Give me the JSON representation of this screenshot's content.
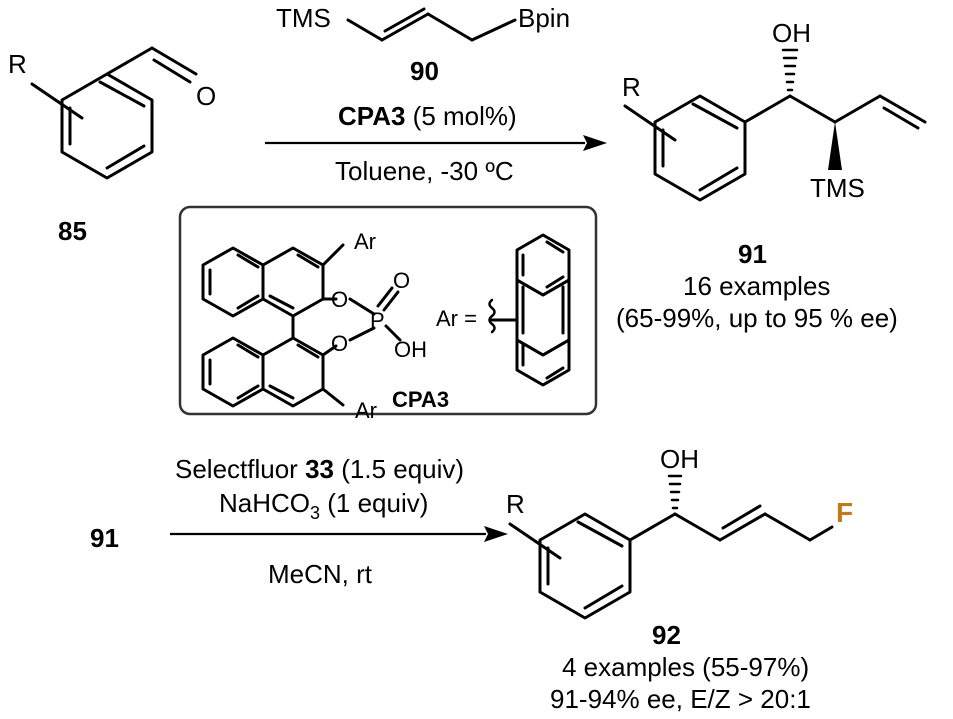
{
  "colors": {
    "ink": "#000000",
    "fluorine": "#c07a1b",
    "box_border": "#333333"
  },
  "reaction1": {
    "sm_label": "85",
    "sm_R": "R",
    "sm_O": "O",
    "reagent_TMS": "TMS",
    "reagent_Bpin": "Bpin",
    "reagent_label": "90",
    "catalyst_name": "CPA3",
    "catalyst_loading": " (5 mol%)",
    "conditions": "Toluene, -30 ºC",
    "product_R": "R",
    "product_OH": "OH",
    "product_TMS": "TMS",
    "product_label": "91",
    "product_scope": "16 examples",
    "product_result": "(65-99%, up to 95 % ee)"
  },
  "catalyst_box": {
    "Ar_top": "Ar",
    "Ar_bottom": "Ar",
    "O1": "O",
    "O2": "O",
    "P": "P",
    "O_double": "O",
    "OH": "OH",
    "ar_definition": "Ar =",
    "label": "CPA3"
  },
  "reaction2": {
    "sm_label": "91",
    "reagent1_name": "Selectfluor ",
    "reagent1_num": "33",
    "reagent1_equiv": " (1.5 equiv)",
    "reagent2_a": "NaHCO",
    "reagent2_sub": "3",
    "reagent2_b": " (1 equiv)",
    "conditions": "MeCN, rt",
    "product_R": "R",
    "product_OH": "OH",
    "product_F": "F",
    "product_label": "92",
    "product_scope": "4 examples (55-97%)",
    "product_result": "91-94% ee, E/Z > 20:1"
  }
}
